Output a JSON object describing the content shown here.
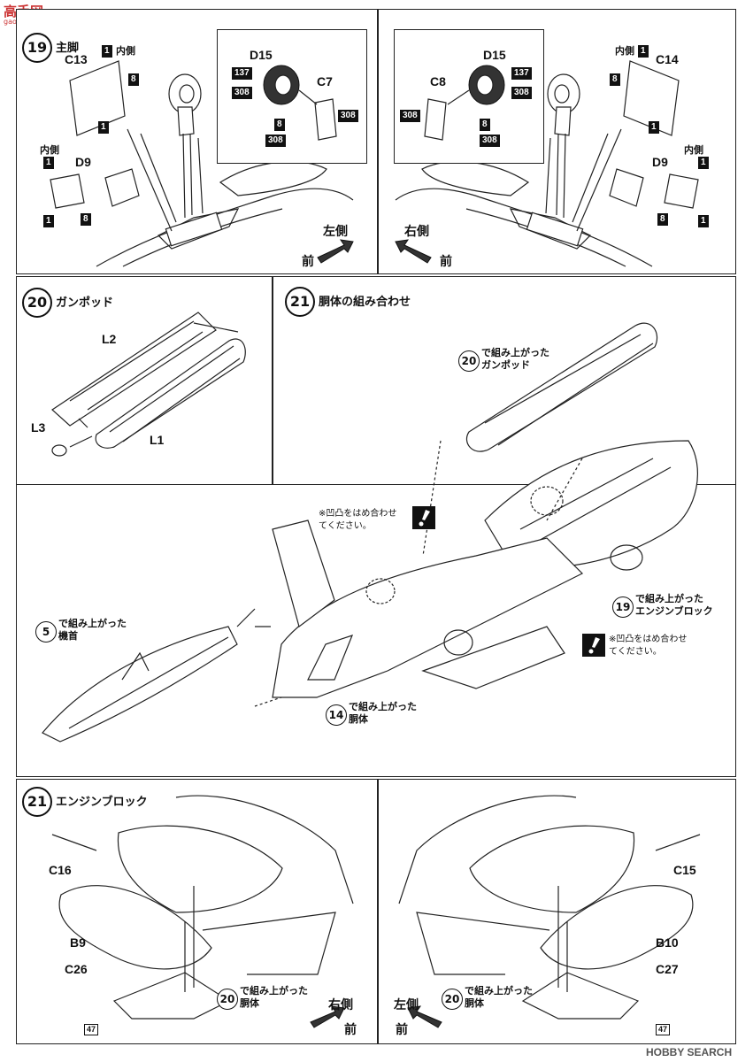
{
  "steps": {
    "s19": {
      "num": "19",
      "title": "主脚",
      "left": {
        "inner_label": "内側",
        "parts": {
          "c13": "C13",
          "d9": "D9",
          "b8": "8",
          "b1": "1"
        },
        "direction": "左側",
        "front": "前"
      },
      "detail_left": {
        "d15": "D15",
        "c7": "C7",
        "n137": "137",
        "n308": "308",
        "n8": "8"
      },
      "detail_right": {
        "d15": "D15",
        "c8": "C8",
        "n137": "137",
        "n308": "308",
        "n8": "8"
      },
      "right": {
        "inner_label": "内側",
        "parts": {
          "c14": "C14",
          "d9": "D9",
          "b8": "8",
          "b1": "1"
        },
        "direction": "右側",
        "front": "前"
      }
    },
    "s20": {
      "num": "20",
      "title": "ガンポッド",
      "parts": {
        "l1": "L1",
        "l2": "L2",
        "l3": "L3"
      }
    },
    "s21a": {
      "num": "21",
      "title": "胴体の組み合わせ",
      "ref20": {
        "num": "20",
        "text": "で組み上がった\nガンポッド"
      },
      "ref19": {
        "num": "19",
        "text": "で組み上がった\nエンジンブロック"
      },
      "ref5": {
        "num": "5",
        "text": "で組み上がった\n機首"
      },
      "ref14": {
        "num": "14",
        "text": "で組み上がった\n胴体"
      },
      "note1": "※凹凸をはめ合わせ\nてください。",
      "note2": "※凹凸をはめ合わせ\nてください。"
    },
    "s21b": {
      "num": "21",
      "title": "エンジンブロック",
      "left": {
        "parts": {
          "c16": "C16",
          "b9": "B9",
          "c26": "C26",
          "n47": "47"
        },
        "ref": {
          "num": "20",
          "text": "で組み上がった\n胴体"
        },
        "direction": "右側",
        "front": "前"
      },
      "right": {
        "parts": {
          "c15": "C15",
          "b10": "B10",
          "c27": "C27",
          "n47": "47"
        },
        "ref": {
          "num": "20",
          "text": "で組み上がった\n胴体"
        },
        "direction": "左側",
        "front": "前"
      }
    }
  },
  "watermarks": {
    "top_left": "高手网",
    "top_left_sub": "gao-shou.com",
    "bottom_right": "HOBBY SEARCH"
  }
}
